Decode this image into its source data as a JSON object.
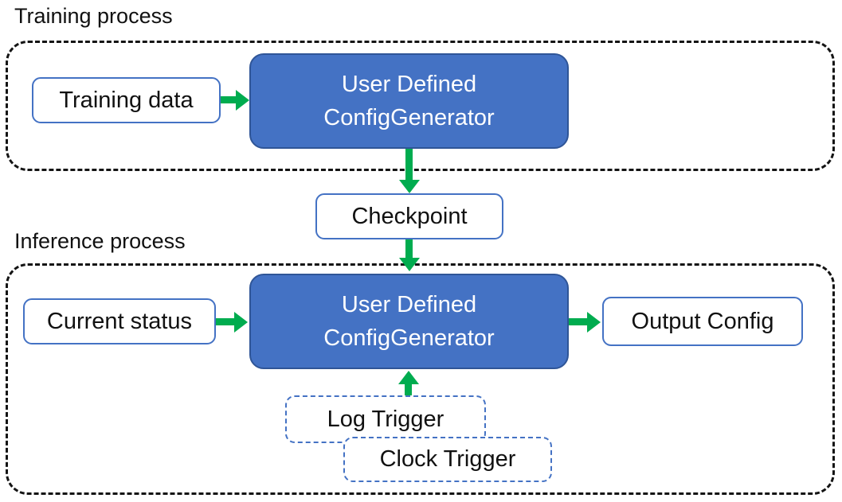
{
  "colors": {
    "background": "#FFFFFF",
    "arrow_green": "#00AC4F",
    "node_fill": "#4472C4",
    "node_border": "#2F5597",
    "box_border": "#4472C4",
    "trigger_border": "#4472C4",
    "container_border": "#141414",
    "text": "#111111",
    "node_text": "#FFFFFF"
  },
  "training": {
    "section_label": "Training process",
    "input_label": "Training data",
    "generator": {
      "line1": "User Defined",
      "line2": "ConfigGenerator"
    }
  },
  "checkpoint_label": "Checkpoint",
  "inference": {
    "section_label": "Inference process",
    "input_label": "Current status",
    "generator": {
      "line1": "User Defined",
      "line2": "ConfigGenerator"
    },
    "output_label": "Output Config",
    "triggers": {
      "log": "Log Trigger",
      "clock": "Clock Trigger"
    }
  }
}
